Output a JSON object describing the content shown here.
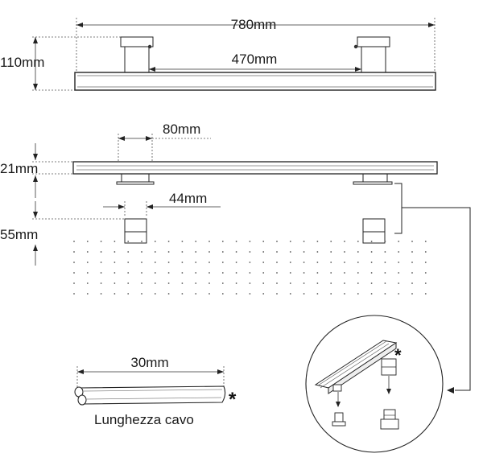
{
  "dimensions": {
    "total_length": "780mm",
    "height": "110mm",
    "bracket_spacing": "470mm",
    "bracket_width": "80mm",
    "bar_thickness": "21mm",
    "clip_width": "44mm",
    "clip_height": "55mm",
    "cable_length": "30mm"
  },
  "labels": {
    "cable_caption": "Lunghezza cavo",
    "asterisk": "*"
  }
}
